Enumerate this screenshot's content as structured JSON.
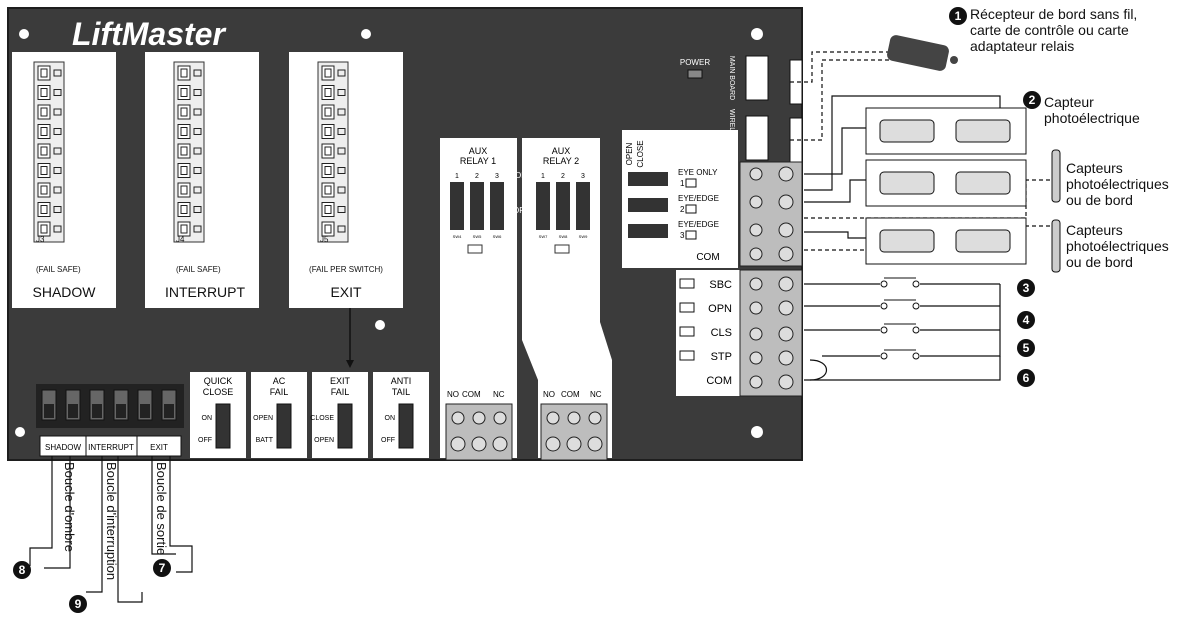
{
  "brand": "LiftMaster",
  "zones": {
    "j3": {
      "connector": "J3",
      "mode": "(FAIL SAFE)",
      "name": "SHADOW"
    },
    "j4": {
      "connector": "J4",
      "mode": "(FAIL SAFE)",
      "name": "INTERRUPT"
    },
    "j5": {
      "connector": "J5",
      "mode": "(FAIL PER SWITCH)",
      "name": "EXIT"
    }
  },
  "aux_relays": [
    {
      "title1": "AUX",
      "title2": "RELAY 1",
      "pins": [
        "1",
        "2",
        "3"
      ],
      "dips": [
        "SW4",
        "SW5",
        "SW6"
      ]
    },
    {
      "title1": "AUX",
      "title2": "RELAY 2",
      "pins": [
        "1",
        "2",
        "3"
      ],
      "dips": [
        "SW7",
        "SW8",
        "SW9"
      ]
    }
  ],
  "on_off": {
    "on": "ON",
    "off": "OFF"
  },
  "relay_terminals": [
    "NO",
    "COM",
    "NC"
  ],
  "switches": [
    {
      "title1": "QUICK",
      "title2": "CLOSE",
      "top": "ON",
      "bottom": "OFF"
    },
    {
      "title1": "AC",
      "title2": "FAIL",
      "top": "OPEN",
      "bottom": "BATT"
    },
    {
      "title1": "EXIT",
      "title2": "FAIL",
      "top": "CLOSE",
      "bottom": "OPEN"
    },
    {
      "title1": "ANTI",
      "title2": "TAIL",
      "top": "ON",
      "bottom": "OFF"
    }
  ],
  "loop_labels": [
    "SHADOW",
    "INTERRUPT",
    "EXIT"
  ],
  "power_label": "POWER",
  "connectors": {
    "main_board": "MAIN BOARD",
    "wireless_edge": "WIRELESS EDGE"
  },
  "open_close": {
    "open": "OPEN",
    "close": "CLOSE"
  },
  "eye_inputs": [
    {
      "label": "EYE ONLY",
      "num": "1"
    },
    {
      "label": "EYE/EDGE",
      "num": "2"
    },
    {
      "label": "EYE/EDGE",
      "num": "3"
    }
  ],
  "com_label": "COM",
  "control_inputs": [
    "SBC",
    "OPN",
    "CLS",
    "STP",
    "COM"
  ],
  "callouts": {
    "c1": {
      "num": "1",
      "text": "Récepteur de bord sans fil, carte de contrôle ou carte adaptateur relais"
    },
    "c2": {
      "num": "2",
      "text": "Capteur photoélectrique"
    },
    "c3": {
      "num": "3"
    },
    "c4": {
      "num": "4"
    },
    "c5": {
      "num": "5"
    },
    "c6": {
      "num": "6"
    },
    "c7": {
      "num": "7",
      "text": "Boucle de sortie"
    },
    "c8": {
      "num": "8",
      "text": "Boucle d'ombre"
    },
    "c9": {
      "num": "9",
      "text": "Boucle d'interruption"
    },
    "sensors_a": "Capteurs photoélectriques ou de bord",
    "sensors_b": "Capteurs photoélectriques ou de bord"
  },
  "colors": {
    "board": "#3a3a3a",
    "panel": "#ffffff",
    "terminal": "#c8c8c8",
    "ink": "#111111"
  }
}
